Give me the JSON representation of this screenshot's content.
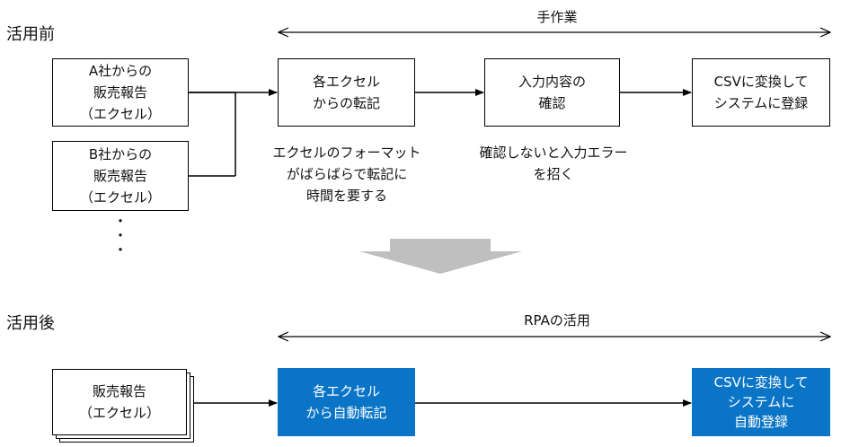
{
  "before": {
    "section_label": "活用前",
    "range_label": "手作業",
    "source_a": [
      "A社からの",
      "販売報告",
      "（エクセル）"
    ],
    "source_b": [
      "B社からの",
      "販売報告",
      "（エクセル）"
    ],
    "continuation": "・・・",
    "step1": [
      "各エクセル",
      "からの転記"
    ],
    "step2": [
      "入力内容の",
      "確認"
    ],
    "step3": [
      "CSVに変換して",
      "システムに登録"
    ],
    "note1": [
      "エクセルのフォーマット",
      "がばらばらで転記に",
      "時間を要する"
    ],
    "note2": [
      "確認しないと入力エラー",
      "を招く"
    ]
  },
  "after": {
    "section_label": "活用後",
    "range_label": "RPAの活用",
    "source": [
      "販売報告",
      "（エクセル）"
    ],
    "step1": [
      "各エクセル",
      "から自動転記"
    ],
    "step2": [
      "CSVに変換して",
      "システムに",
      "自動登録"
    ]
  },
  "colors": {
    "accent_blue": "#0A75C7",
    "transition_arrow": "#BFBFBF",
    "line": "#000000"
  }
}
